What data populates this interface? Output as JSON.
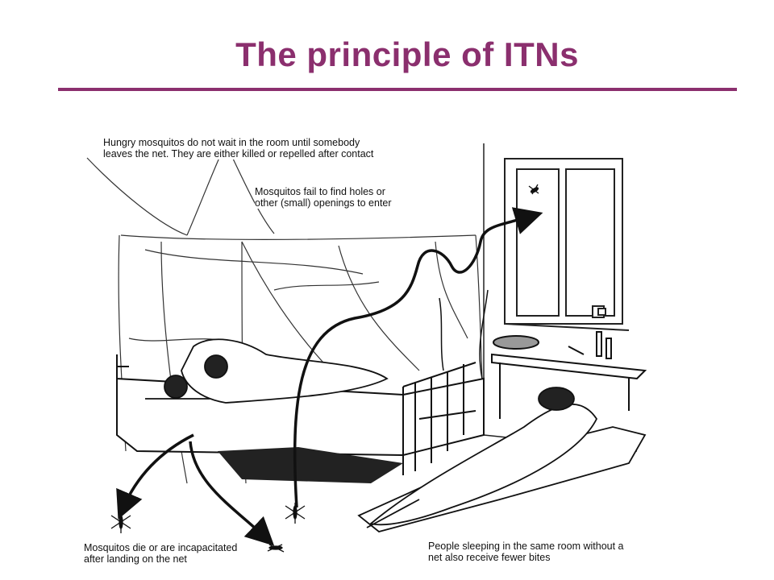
{
  "slide": {
    "title": "The principle of ITNs",
    "accent_color": "#8b2f6e"
  },
  "illustration": {
    "captions": {
      "hungry_line1": "Hungry mosquitos do not wait in the room until somebody",
      "hungry_line2": "leaves the net. They are either killed or repelled after contact",
      "holes_line1": "Mosquitos fail to find holes or",
      "holes_line2": "other (small) openings to enter",
      "die_line1": "Mosquitos die or are incapacitated",
      "die_line2": "after landing on the net",
      "people_line1": "People sleeping in the same room without a",
      "people_line2": "net also receive fewer bites"
    }
  }
}
